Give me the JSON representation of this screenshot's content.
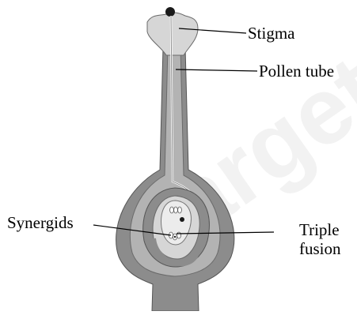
{
  "labels": {
    "stigma": "Stigma",
    "pollen_tube": "Pollen tube",
    "synergids": "Synergids",
    "triple_fusion": [
      "Triple",
      "fusion"
    ]
  },
  "colors": {
    "pistil_dark": "#8c8c8c",
    "pistil_mid": "#b3b3b3",
    "pistil_light": "#d6d6d6",
    "ovule_pale": "#e6e6e6",
    "outline": "#555555",
    "leader_line": "#000000"
  },
  "watermark": "Target"
}
